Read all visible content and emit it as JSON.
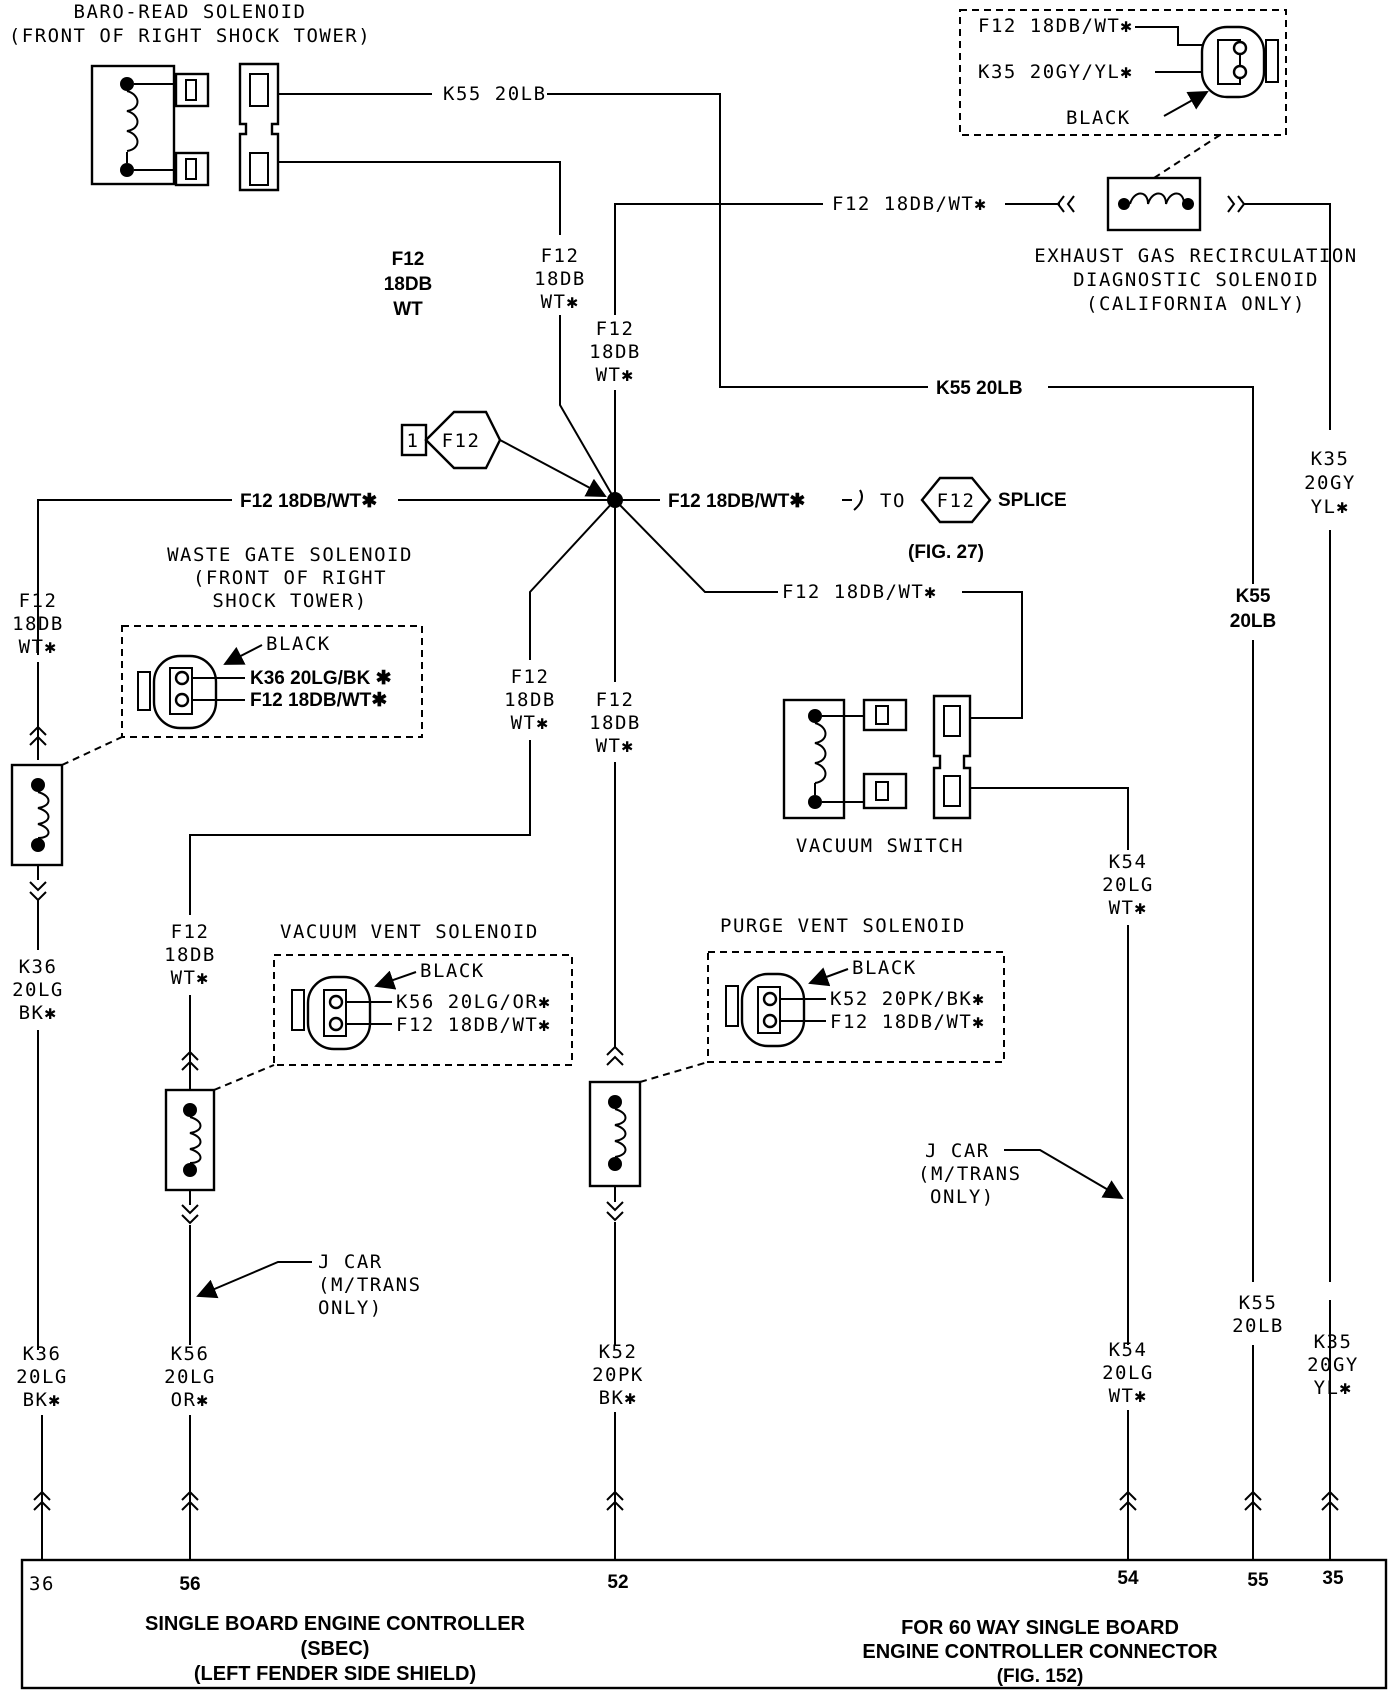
{
  "baro": {
    "title1": "BARO-READ SOLENOID",
    "title2": "(FRONT OF RIGHT SHOCK TOWER)"
  },
  "egr": {
    "title1": "EXHAUST GAS RECIRCULATION",
    "title2": "DIAGNOSTIC SOLENOID",
    "title3": "(CALIFORNIA ONLY)",
    "pin1": "F12 18DB/WT✱",
    "pin2": "K35 20GY/YL✱",
    "color": "BLACK"
  },
  "wires": {
    "k55_top": "K55 20LB",
    "f12_egr": "F12 18DB/WT✱",
    "k55_mid": "K55 20LB",
    "f12_left_horiz": "F12 18DB/WT✱",
    "f12_right_horiz": "F12 18DB/WT✱",
    "f12_vac_switch": "F12 18DB/WT✱"
  },
  "labels": {
    "f12_plain": [
      "F12",
      "18DB",
      "WT"
    ],
    "f12_baro": [
      "F12",
      "18DB",
      "WT✱"
    ],
    "f12_egr_vert": [
      "F12",
      "18DB",
      "WT✱"
    ],
    "k35_right": [
      "K35",
      "20GY",
      "YL✱"
    ],
    "k55_right": [
      "K55",
      "20LB"
    ],
    "f12_waste": [
      "F12",
      "18DB",
      "WT✱"
    ],
    "f12_vacvent_up": [
      "F12",
      "18DB",
      "WT✱"
    ],
    "f12_purge_up": [
      "F12",
      "18DB",
      "WT✱"
    ],
    "k54_upper": [
      "K54",
      "20LG",
      "WT✱"
    ],
    "k36_upper": [
      "K36",
      "20LG",
      "BK✱"
    ],
    "f12_vacvent_down": [
      "F12",
      "18DB",
      "WT✱"
    ],
    "k36_lower": [
      "K36",
      "20LG",
      "BK✱"
    ],
    "k56_lower": [
      "K56",
      "20LG",
      "OR✱"
    ],
    "k52_lower": [
      "K52",
      "20PK",
      "BK✱"
    ],
    "k54_lower": [
      "K54",
      "20LG",
      "WT✱"
    ],
    "k55_lower": [
      "K55",
      "20LB"
    ],
    "k35_lower": [
      "K35",
      "20GY",
      "YL✱"
    ]
  },
  "splice": {
    "ref_number": "1",
    "ref_code": "F12",
    "to_text": "TO",
    "to_code": "F12",
    "splice_word": "SPLICE",
    "fig_ref": "(FIG. 27)"
  },
  "waste_gate": {
    "title1": "WASTE GATE SOLENOID",
    "title2": "(FRONT OF RIGHT",
    "title3": "SHOCK TOWER)",
    "color": "BLACK",
    "pin1": "K36 20LG/BK ✱",
    "pin2": "F12 18DB/WT✱"
  },
  "vacuum_switch": {
    "title": "VACUUM SWITCH"
  },
  "vacuum_vent": {
    "title": "VACUUM VENT SOLENOID",
    "color": "BLACK",
    "pin1": "K56 20LG/OR✱",
    "pin2": "F12 18DB/WT✱"
  },
  "purge_vent": {
    "title": "PURGE VENT SOLENOID",
    "color": "BLACK",
    "pin1": "K52 20PK/BK✱",
    "pin2": "F12 18DB/WT✱"
  },
  "jcar_left": [
    "J CAR",
    "(M/TRANS",
    "ONLY)"
  ],
  "jcar_right": [
    "J CAR",
    "(M/TRANS",
    "ONLY)"
  ],
  "sbec": {
    "pins": [
      "36",
      "56",
      "52",
      "54",
      "55",
      "35"
    ],
    "left1": "SINGLE BOARD ENGINE CONTROLLER",
    "left2": "(SBEC)",
    "left3": "(LEFT FENDER SIDE SHIELD)",
    "right1": "FOR 60 WAY SINGLE BOARD",
    "right2": "ENGINE CONTROLLER CONNECTOR",
    "right3": "(FIG. 152)"
  }
}
